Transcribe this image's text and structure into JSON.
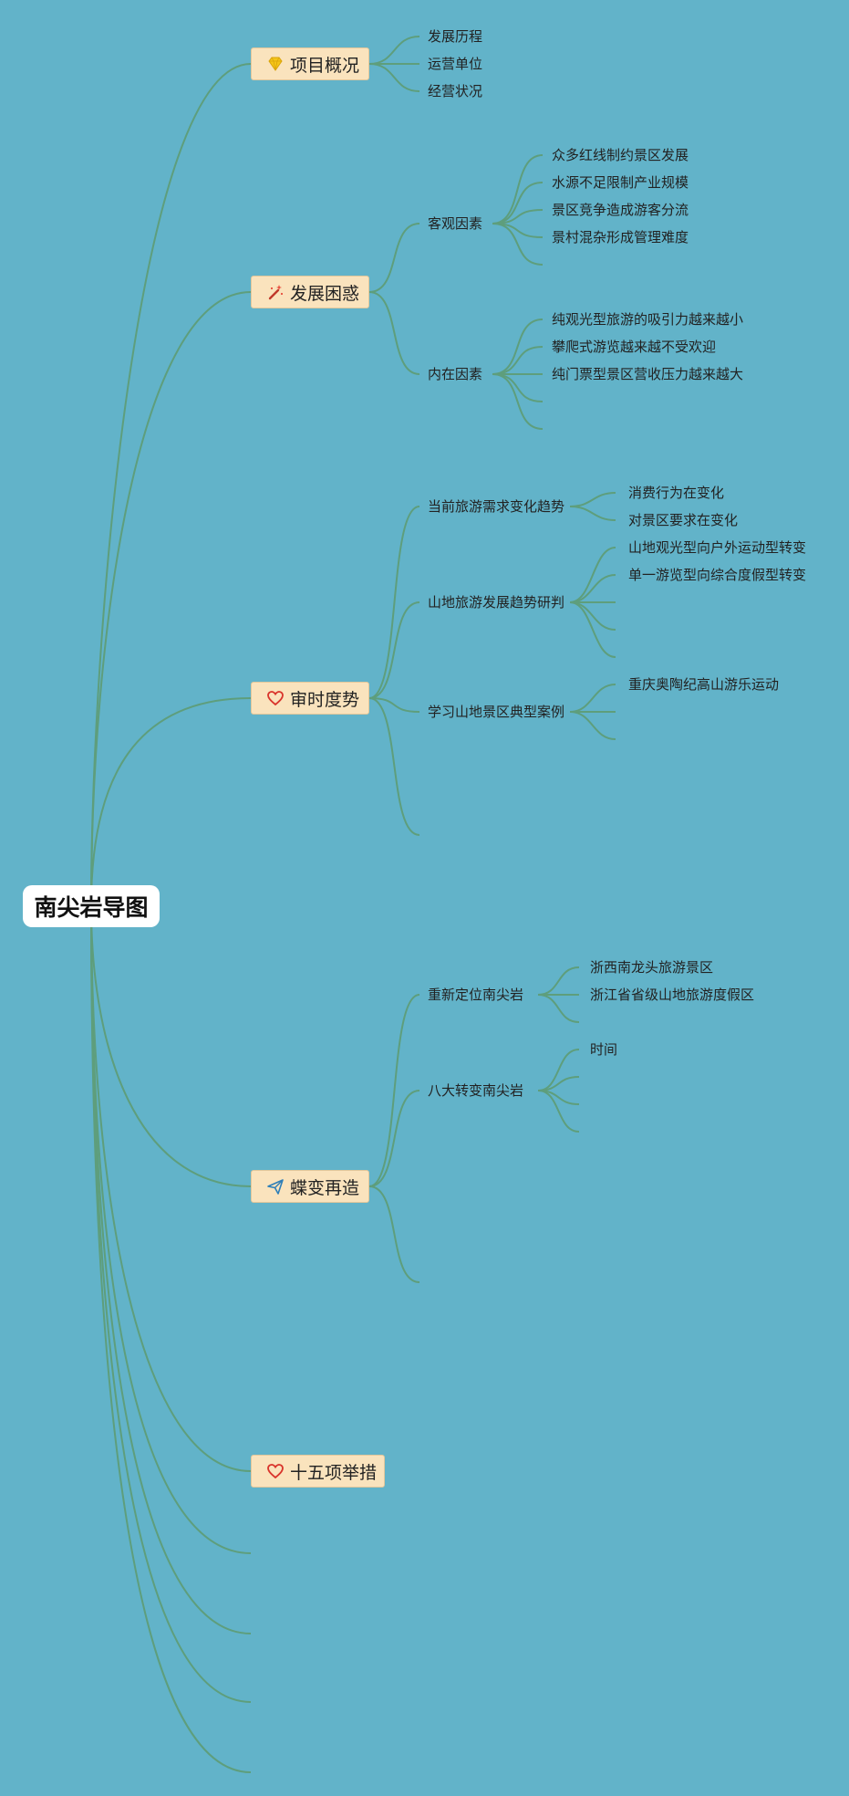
{
  "root": {
    "label": "南尖岩导图"
  },
  "branches": [
    {
      "label": "项目概况",
      "icon": "diamond-icon",
      "children": [
        "发展历程",
        "运营单位",
        "经营状况"
      ]
    },
    {
      "label": "发展困惑",
      "icon": "magic-wand-icon",
      "groups": [
        {
          "label": "客观因素",
          "children": [
            "众多红线制约景区发展",
            "水源不足限制产业规模",
            "景区竞争造成游客分流",
            "景村混杂形成管理难度"
          ]
        },
        {
          "label": "内在因素",
          "children": [
            "纯观光型旅游的吸引力越来越小",
            "攀爬式游览越来越不受欢迎",
            "纯门票型景区营收压力越来越大"
          ]
        }
      ]
    },
    {
      "label": "审时度势",
      "icon": "heart-icon",
      "groups": [
        {
          "label": "当前旅游需求变化趋势",
          "children": [
            "消费行为在变化",
            "对景区要求在变化"
          ]
        },
        {
          "label": "山地旅游发展趋势研判",
          "children": [
            "山地观光型向户外运动型转变",
            "单一游览型向综合度假型转变"
          ]
        },
        {
          "label": "学习山地景区典型案例",
          "children": [
            "重庆奥陶纪高山游乐运动"
          ]
        }
      ]
    },
    {
      "label": "蝶变再造",
      "icon": "send-icon",
      "groups": [
        {
          "label": "重新定位南尖岩",
          "children": [
            "浙西南龙头旅游景区",
            "浙江省省级山地旅游度假区"
          ]
        },
        {
          "label": "八大转变南尖岩",
          "children": [
            "时间"
          ]
        }
      ]
    },
    {
      "label": "十五项举措",
      "icon": "heart-icon"
    }
  ],
  "colors": {
    "background": "#62b3c9",
    "branch_fill": "#fae3bd",
    "link": "#5e9e7c",
    "heart": "#d9342b",
    "diamond": "#f5c518",
    "send": "#2e7fb8"
  }
}
